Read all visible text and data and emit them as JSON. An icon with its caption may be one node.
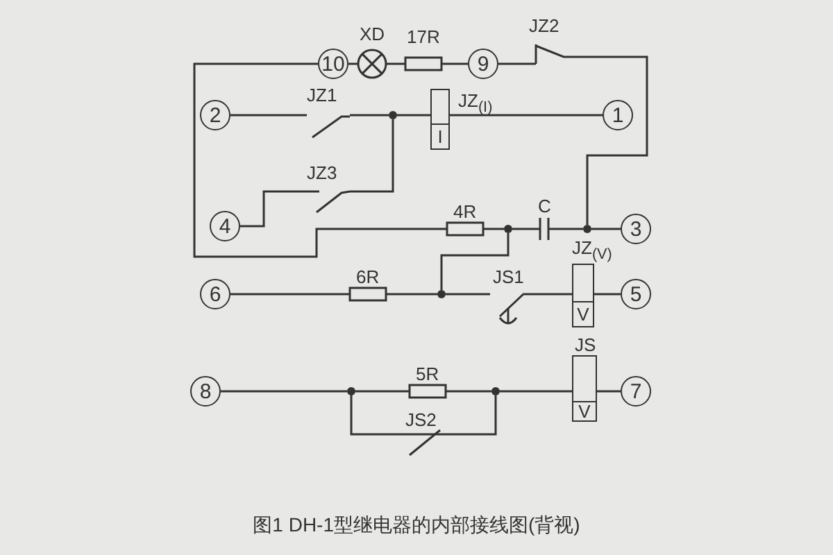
{
  "diagram": {
    "caption": "图1 DH-1型继电器的内部接线图(背视)",
    "nodes": [
      {
        "text": [
          "10"
        ]
      },
      {
        "text": [
          "XD"
        ]
      },
      {
        "text": [
          "17R"
        ]
      },
      {
        "text": [
          "9"
        ]
      },
      {
        "text": [
          "JZ2"
        ]
      },
      {
        "text": [
          "2"
        ]
      },
      {
        "text": [
          "JZ1"
        ]
      },
      {
        "text": [],
        "shape": "dot"
      },
      {
        "text": [
          "JZ$_{(I)}$",
          "I"
        ]
      },
      {
        "text": [
          "1"
        ]
      },
      {
        "text": [
          "4"
        ]
      },
      {
        "text": [
          "JZ3"
        ]
      },
      {
        "text": [
          "4R"
        ]
      },
      {
        "text": [],
        "shape": "dot"
      },
      {
        "text": [
          "C"
        ]
      },
      {
        "text": [],
        "shape": "dot"
      },
      {
        "text": [
          "3"
        ]
      },
      {
        "text": [
          "6"
        ]
      },
      {
        "text": [
          "6R"
        ]
      },
      {
        "text": [],
        "shape": "dot"
      },
      {
        "text": [
          "JS1"
        ]
      },
      {
        "text": [
          "JZ$_{(V)}$",
          "V"
        ]
      },
      {
        "text": [
          "5"
        ]
      },
      {
        "text": [
          "8"
        ]
      },
      {
        "text": [],
        "shape": "dot"
      },
      {
        "text": [
          "5R"
        ]
      },
      {
        "text": [],
        "shape": "dot"
      },
      {
        "text": [
          "JS2"
        ]
      },
      {
        "text": [
          "JS",
          "V"
        ]
      },
      {
        "text": [
          "7"
        ]
      }
    ],
    "edges": [
      {
        "from": 0,
        "to": 1,
        "arrow": "none"
      },
      {
        "from": 1,
        "to": 2,
        "arrow": "none"
      },
      {
        "from": 2,
        "to": 3,
        "arrow": "none"
      },
      {
        "from": 3,
        "to": 4,
        "arrow": "none"
      },
      {
        "from": 4,
        "to": 15,
        "arrow": "none"
      },
      {
        "from": 5,
        "to": 6,
        "arrow": "none"
      },
      {
        "from": 6,
        "to": 7,
        "arrow": "none"
      },
      {
        "from": 7,
        "to": 8,
        "arrow": "none"
      },
      {
        "from": 8,
        "to": 9,
        "arrow": "none"
      },
      {
        "from": 10,
        "to": 11,
        "arrow": "none"
      },
      {
        "from": 11,
        "to": 7,
        "arrow": "none"
      },
      {
        "from": 0,
        "to": 12,
        "arrow": "none"
      },
      {
        "from": 12,
        "to": 13,
        "arrow": "none"
      },
      {
        "from": 13,
        "to": 14,
        "arrow": "none"
      },
      {
        "from": 14,
        "to": 15,
        "arrow": "none"
      },
      {
        "from": 15,
        "to": 16,
        "arrow": "none"
      },
      {
        "from": 13,
        "to": 19,
        "arrow": "none"
      },
      {
        "from": 17,
        "to": 18,
        "arrow": "none"
      },
      {
        "from": 18,
        "to": 19,
        "arrow": "none"
      },
      {
        "from": 19,
        "to": 20,
        "arrow": "none"
      },
      {
        "from": 20,
        "to": 21,
        "arrow": "none"
      },
      {
        "from": 21,
        "to": 22,
        "arrow": "none"
      },
      {
        "from": 23,
        "to": 24,
        "arrow": "none"
      },
      {
        "from": 24,
        "to": 25,
        "arrow": "none"
      },
      {
        "from": 25,
        "to": 26,
        "arrow": "none"
      },
      {
        "from": 26,
        "to": 28,
        "arrow": "none"
      },
      {
        "from": 24,
        "to": 27,
        "arrow": "none"
      },
      {
        "from": 27,
        "to": 26,
        "arrow": "none"
      },
      {
        "from": 28,
        "to": 29,
        "arrow": "none"
      }
    ]
  }
}
